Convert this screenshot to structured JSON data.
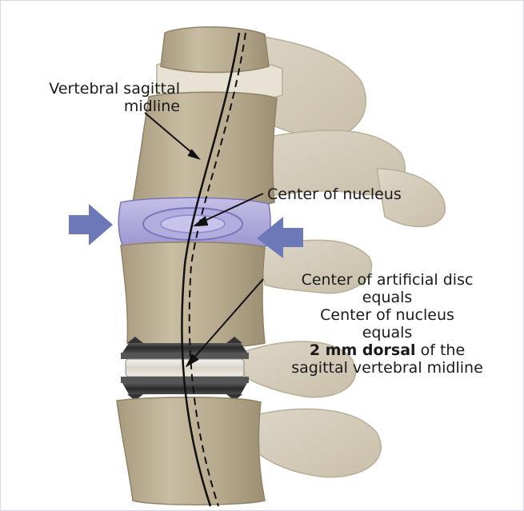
{
  "labels": {
    "midline": [
      "Vertebral sagittal",
      "midline"
    ],
    "nucleus": "Center of nucleus",
    "disc": {
      "line1": "Center of artificial disc",
      "line2": "equals",
      "line3": "Center of nucleus",
      "line4": "equals",
      "line5_bold": "2 mm dorsal",
      "line5_rest": " of the",
      "line6": "sagittal vertebral midline"
    }
  },
  "colors": {
    "bone": "#c2b59a",
    "bone_dark": "#8f8266",
    "disc": "#a9a4d6",
    "nucleus": "#8e87c9",
    "arrow": "#6d78b8",
    "implant_metal": "#3a3a3a",
    "implant_core": "#e9e6de"
  }
}
